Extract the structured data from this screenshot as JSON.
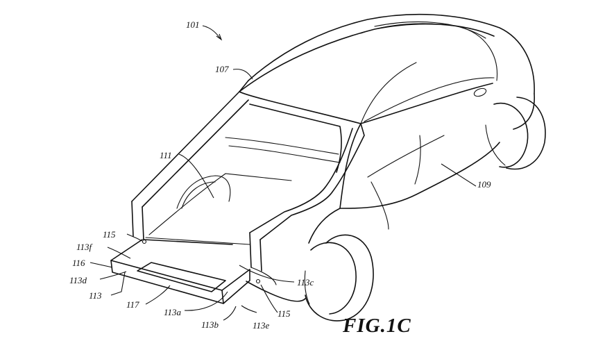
{
  "labels": {
    "l101": "101",
    "l107": "107",
    "l109": "109",
    "l111": "111",
    "l113": "113",
    "l113a": "113a",
    "l113b": "113b",
    "l113c": "113c",
    "l113d": "113d",
    "l113e": "113e",
    "l113f": "113f",
    "l115_top": "115",
    "l115_bottom": "115",
    "l116": "116",
    "l117": "117"
  },
  "figure_caption": "FIG.1C"
}
